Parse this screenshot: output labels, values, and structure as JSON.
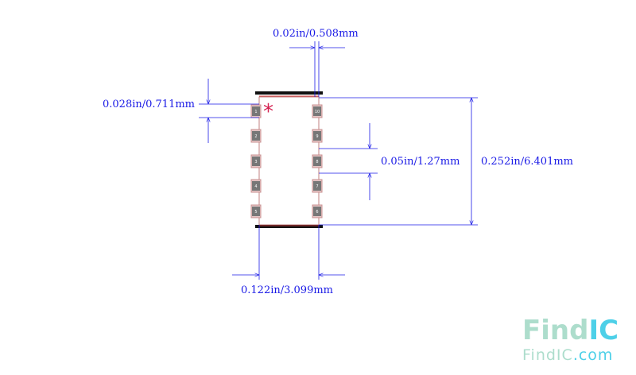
{
  "dimensions": {
    "lead_width": "0.02in/0.508mm",
    "pad_height": "0.028in/0.711mm",
    "pitch": "0.05in/1.27mm",
    "body_length": "0.252in/6.401mm",
    "row_span": "0.122in/3.099mm"
  },
  "pins": {
    "left": [
      "1",
      "2",
      "3",
      "4",
      "5"
    ],
    "right": [
      "10",
      "9",
      "8",
      "7",
      "6"
    ]
  },
  "pin1_marker": "*",
  "logo": {
    "main_prefix": "Find",
    "main_suffix": "IC",
    "sub_prefix": "FindIC",
    "sub_suffix": ".com"
  },
  "colors": {
    "dimension": "#1a1ae6",
    "pad_fill": "#777777",
    "pad_outline": "#c89090",
    "marker": "#d42050",
    "body_bar": "#111111",
    "logo_green": "#9fd8c4",
    "logo_cyan": "#2ec8e4"
  }
}
